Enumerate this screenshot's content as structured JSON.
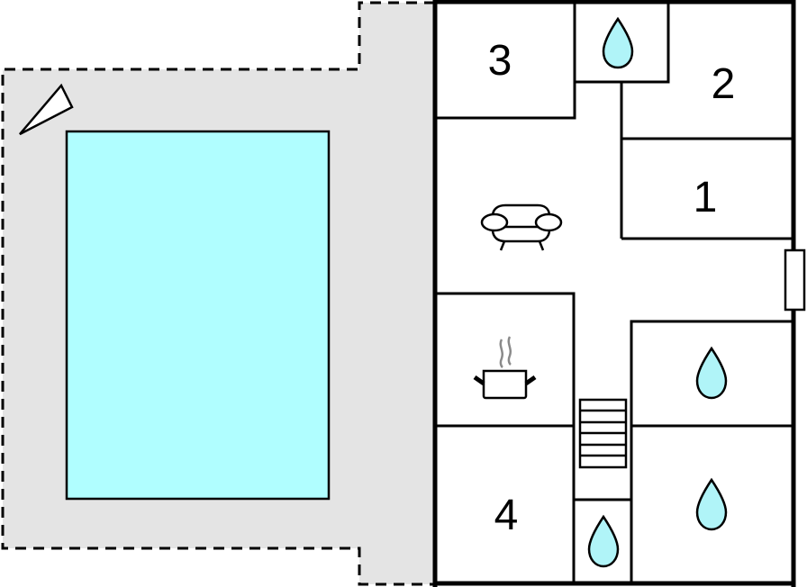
{
  "floorplan": {
    "colors": {
      "terrace": "#e4e4e4",
      "pool": "#b0feff",
      "water_drop": "#b0f4f8",
      "wall": "#000000",
      "room": "#ffffff",
      "steam": "#8a8a8a"
    },
    "outdoor": {
      "terrace": "terrace-area",
      "pool": "swimming-pool",
      "compass": "north-arrow-icon"
    },
    "rooms": [
      {
        "id": "bedroom-3",
        "label": "3",
        "type": "bedroom"
      },
      {
        "id": "bedroom-2",
        "label": "2",
        "type": "bedroom"
      },
      {
        "id": "bedroom-1",
        "label": "1",
        "type": "bedroom"
      },
      {
        "id": "bedroom-4",
        "label": "4",
        "type": "bedroom"
      },
      {
        "id": "bathroom-top",
        "label": "",
        "type": "bathroom",
        "icon": "water-drop-icon"
      },
      {
        "id": "bathroom-right-upper",
        "label": "",
        "type": "bathroom",
        "icon": "water-drop-icon"
      },
      {
        "id": "bathroom-right-lower",
        "label": "",
        "type": "bathroom",
        "icon": "water-drop-icon"
      },
      {
        "id": "bathroom-bottom-small",
        "label": "",
        "type": "bathroom",
        "icon": "water-drop-icon"
      },
      {
        "id": "living-room",
        "label": "",
        "type": "living",
        "icon": "sofa-icon"
      },
      {
        "id": "kitchen",
        "label": "",
        "type": "kitchen",
        "icon": "cooking-pot-icon"
      },
      {
        "id": "staircase",
        "label": "",
        "type": "stairs",
        "icon": "stairs-icon"
      }
    ],
    "labels": {
      "room1": "1",
      "room2": "2",
      "room3": "3",
      "room4": "4"
    },
    "door": "entrance-door"
  }
}
